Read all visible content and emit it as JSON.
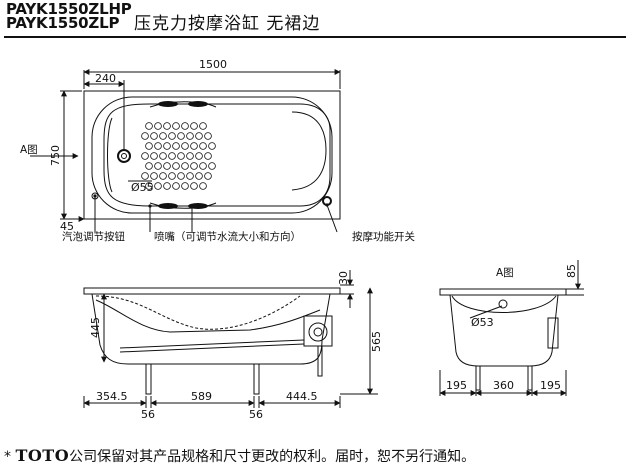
{
  "header": {
    "model_line_1": "PAYK1550ZLHP",
    "model_line_2": "PAYK1550ZLP",
    "title": "压克力按摩浴缸  无裙边"
  },
  "top_view": {
    "label_a_view": "A图",
    "dim_width": "1500",
    "dim_offset": "240",
    "dim_height": "750",
    "dim_drain": "Ø55",
    "dim_side": "45",
    "callout_air_button": "汽泡调节按钮",
    "callout_nozzle": "喷嘴（可调节水流大小和方向）",
    "callout_switch": "按摩功能开关"
  },
  "side_view": {
    "dim_rim": "30",
    "dim_inner_depth": "445",
    "dim_total_height": "565",
    "dim_seg_1": "354.5",
    "dim_seg_2": "56",
    "dim_seg_3": "589",
    "dim_seg_4": "56",
    "dim_seg_5": "444.5"
  },
  "end_view": {
    "title": "A图",
    "dim_top": "85",
    "dim_drain": "Ø53",
    "dim_left": "195",
    "dim_mid": "360",
    "dim_right": "195"
  },
  "footer": {
    "bullet": "*",
    "brand": "TOTO",
    "notice": "公司保留对其产品规格和尺寸更改的权利。届时，恕不另行通知。"
  }
}
